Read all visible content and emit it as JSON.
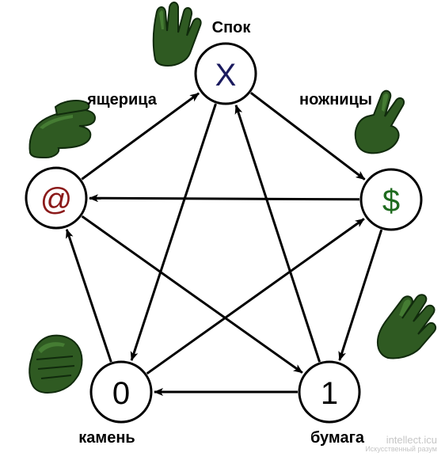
{
  "nodes": {
    "spock": {
      "symbol": "X",
      "label": "Спок",
      "symbol_color": "#1a1a5e"
    },
    "scissors": {
      "symbol": "$",
      "label": "ножницы",
      "symbol_color": "#1f6b1f"
    },
    "paper": {
      "symbol": "1",
      "label": "бумага",
      "symbol_color": "#000000"
    },
    "rock": {
      "symbol": "0",
      "label": "камень",
      "symbol_color": "#000000"
    },
    "lizard": {
      "symbol": "@",
      "label": "ящерица",
      "symbol_color": "#8b1a1a"
    }
  },
  "edges": [
    {
      "from": "spock",
      "to": "scissors"
    },
    {
      "from": "spock",
      "to": "rock"
    },
    {
      "from": "scissors",
      "to": "paper"
    },
    {
      "from": "scissors",
      "to": "lizard"
    },
    {
      "from": "paper",
      "to": "rock"
    },
    {
      "from": "paper",
      "to": "spock"
    },
    {
      "from": "rock",
      "to": "lizard"
    },
    {
      "from": "rock",
      "to": "scissors"
    },
    {
      "from": "lizard",
      "to": "spock"
    },
    {
      "from": "lizard",
      "to": "paper"
    }
  ],
  "colors": {
    "hand": "#2f5a22",
    "hand_outline": "#102a0c",
    "edge": "#000000"
  },
  "watermark": {
    "main": "intellect.icu",
    "sub": "Искусственный разум"
  }
}
